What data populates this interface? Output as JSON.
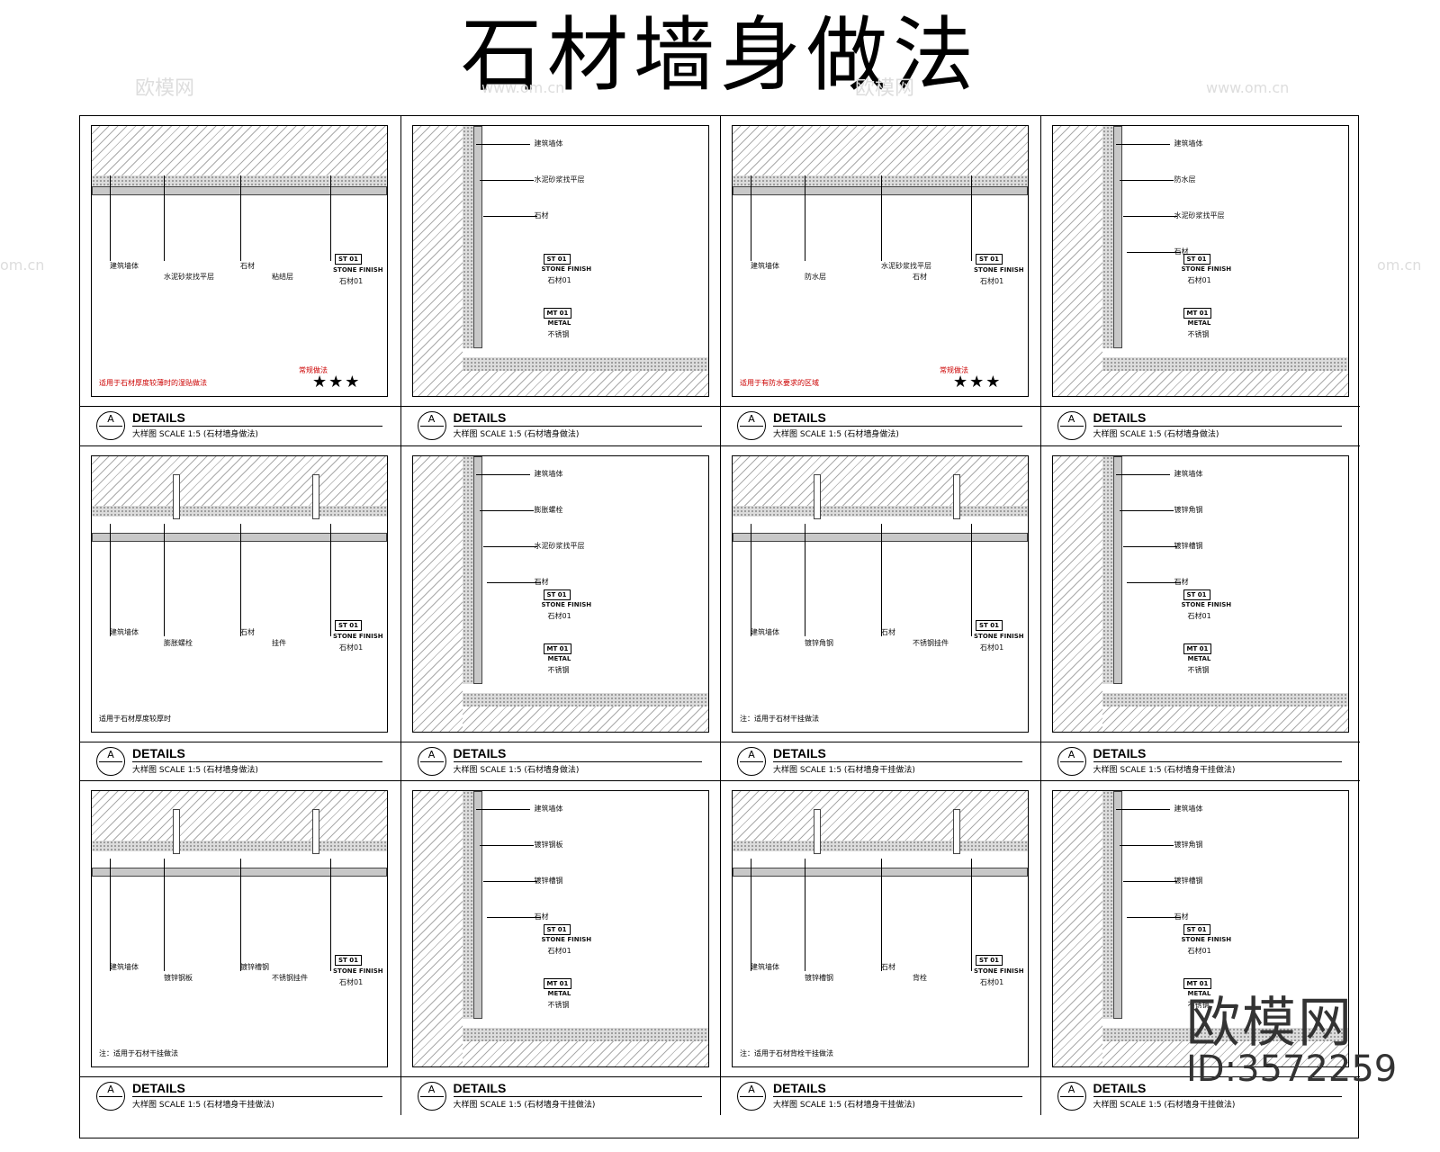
{
  "title": "石材墙身做法",
  "watermark": "欧模网",
  "watermark_url": "www.om.cn",
  "watermark_cn_domain": "om.cn",
  "brand": {
    "logo_text": "欧模网",
    "image_id": "ID:3572259"
  },
  "panels": [
    {
      "circle": "A",
      "circle_sub": "--",
      "heading": "DETAILS",
      "sub": "大样图    SCALE  1:5    (石材墙身做法)",
      "labels": [
        "建筑墙体",
        "水泥砂浆找平层",
        "石材",
        "粘结层"
      ],
      "tag": "ST  01",
      "tag2": "STONE FINISH",
      "tag3": "石材01",
      "note": "适用于石材厚度较薄时的湿贴做法",
      "note2": "常规做法",
      "stars": "★★★"
    },
    {
      "circle": "A",
      "circle_sub": "--",
      "heading": "DETAILS",
      "sub": "大样图    SCALE  1:5    (石材墙身做法)",
      "labels": [
        "建筑墙体",
        "水泥砂浆找平层",
        "石材"
      ],
      "tag": "ST  01",
      "tag2": "STONE FINISH",
      "tag3": "石材01",
      "tag4": "MT  01",
      "tag5": "METAL",
      "tag6": "不锈钢"
    },
    {
      "circle": "A",
      "circle_sub": "--",
      "heading": "DETAILS",
      "sub": "大样图    SCALE  1:5    (石材墙身做法)",
      "labels": [
        "建筑墙体",
        "防水层",
        "水泥砂浆找平层",
        "石材"
      ],
      "tag": "ST  01",
      "tag2": "STONE FINISH",
      "tag3": "石材01",
      "note": "适用于有防水要求的区域",
      "note2": "常规做法",
      "stars": "★★★"
    },
    {
      "circle": "A",
      "circle_sub": "--",
      "heading": "DETAILS",
      "sub": "大样图    SCALE  1:5    (石材墙身做法)",
      "labels": [
        "建筑墙体",
        "防水层",
        "水泥砂浆找平层",
        "石材"
      ],
      "tag": "ST  01",
      "tag2": "STONE FINISH",
      "tag3": "石材01",
      "tag4": "MT  01",
      "tag5": "METAL",
      "tag6": "不锈钢"
    },
    {
      "circle": "A",
      "circle_sub": "--",
      "heading": "DETAILS",
      "sub": "大样图    SCALE  1:5    (石材墙身做法)",
      "labels": [
        "建筑墙体",
        "膨胀螺栓",
        "石材",
        "挂件"
      ],
      "tag": "ST  01",
      "tag2": "STONE FINISH",
      "tag3": "石材01",
      "note": "适用于石材厚度较厚时"
    },
    {
      "circle": "A",
      "circle_sub": "--",
      "heading": "DETAILS",
      "sub": "大样图    SCALE  1:5    (石材墙身做法)",
      "labels": [
        "建筑墙体",
        "膨胀螺栓",
        "水泥砂浆找平层",
        "石材"
      ],
      "tag": "ST  01",
      "tag2": "STONE FINISH",
      "tag3": "石材01",
      "tag4": "MT  01",
      "tag5": "METAL",
      "tag6": "不锈钢"
    },
    {
      "circle": "A",
      "circle_sub": "--",
      "heading": "DETAILS",
      "sub": "大样图    SCALE  1:5    (石材墙身干挂做法)",
      "labels": [
        "建筑墙体",
        "镀锌角钢",
        "石材",
        "不锈钢挂件"
      ],
      "tag": "ST  01",
      "tag2": "STONE FINISH",
      "tag3": "石材01",
      "note": "注：适用于石材干挂做法"
    },
    {
      "circle": "A",
      "circle_sub": "--",
      "heading": "DETAILS",
      "sub": "大样图    SCALE  1:5    (石材墙身干挂做法)",
      "labels": [
        "建筑墙体",
        "镀锌角钢",
        "镀锌槽钢",
        "石材"
      ],
      "tag": "ST  01",
      "tag2": "STONE FINISH",
      "tag3": "石材01",
      "tag4": "MT  01",
      "tag5": "METAL",
      "tag6": "不锈钢"
    },
    {
      "circle": "A",
      "circle_sub": "--",
      "heading": "DETAILS",
      "sub": "大样图    SCALE  1:5    (石材墙身干挂做法)",
      "labels": [
        "建筑墙体",
        "镀锌钢板",
        "镀锌槽钢",
        "不锈钢挂件"
      ],
      "tag": "ST  01",
      "tag2": "STONE FINISH",
      "tag3": "石材01",
      "note": "注：适用于石材干挂做法"
    },
    {
      "circle": "A",
      "circle_sub": "--",
      "heading": "DETAILS",
      "sub": "大样图    SCALE  1:5    (石材墙身干挂做法)",
      "labels": [
        "建筑墙体",
        "镀锌钢板",
        "镀锌槽钢",
        "石材"
      ],
      "tag": "ST  01",
      "tag2": "STONE FINISH",
      "tag3": "石材01",
      "tag4": "MT  01",
      "tag5": "METAL",
      "tag6": "不锈钢"
    },
    {
      "circle": "A",
      "circle_sub": "--",
      "heading": "DETAILS",
      "sub": "大样图    SCALE  1:5    (石材墙身干挂做法)",
      "labels": [
        "建筑墙体",
        "镀锌槽钢",
        "石材",
        "背栓"
      ],
      "tag": "ST  01",
      "tag2": "STONE FINISH",
      "tag3": "石材01",
      "note": "注：适用于石材背栓干挂做法"
    },
    {
      "circle": "A",
      "circle_sub": "--",
      "heading": "DETAILS",
      "sub": "大样图    SCALE  1:5    (石材墙身干挂做法)",
      "labels": [
        "建筑墙体",
        "镀锌角钢",
        "镀锌槽钢",
        "石材"
      ],
      "tag": "ST  01",
      "tag2": "STONE FINISH",
      "tag3": "石材01",
      "tag4": "MT  01",
      "tag5": "METAL",
      "tag6": "不锈钢"
    }
  ]
}
